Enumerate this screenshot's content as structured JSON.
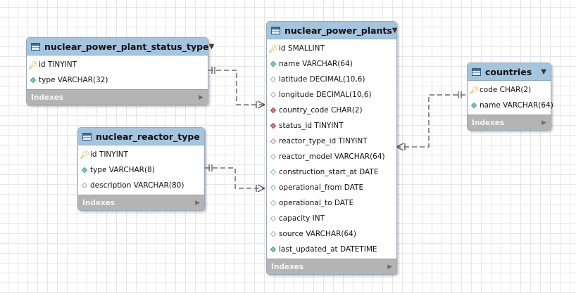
{
  "tables": {
    "status_type": {
      "name": "nuclear_power_plant_status_type",
      "columns": [
        {
          "text": "id TINYINT",
          "icon": "key-icon"
        },
        {
          "text": "type VARCHAR(32)",
          "icon": "column-diamond-icon"
        }
      ],
      "indexes_label": "Indexes"
    },
    "reactor_type": {
      "name": "nuclear_reactor_type",
      "columns": [
        {
          "text": "id TINYINT",
          "icon": "key-icon"
        },
        {
          "text": "type VARCHAR(8)",
          "icon": "column-diamond-icon"
        },
        {
          "text": "description VARCHAR(80)",
          "icon": "nullable-column-icon"
        }
      ],
      "indexes_label": "Indexes"
    },
    "plants": {
      "name": "nuclear_power_plants",
      "columns": [
        {
          "text": "id SMALLINT",
          "icon": "key-icon"
        },
        {
          "text": "name VARCHAR(64)",
          "icon": "column-diamond-icon"
        },
        {
          "text": "latitude DECIMAL(10,6)",
          "icon": "nullable-column-icon"
        },
        {
          "text": "longitude DECIMAL(10,6)",
          "icon": "nullable-column-icon"
        },
        {
          "text": "country_code CHAR(2)",
          "icon": "foreign-key-icon"
        },
        {
          "text": "status_id TINYINT",
          "icon": "foreign-key-icon"
        },
        {
          "text": "reactor_type_id TINYINT",
          "icon": "nullable-foreign-key-icon"
        },
        {
          "text": "reactor_model VARCHAR(64)",
          "icon": "nullable-column-icon"
        },
        {
          "text": "construction_start_at DATE",
          "icon": "nullable-column-icon"
        },
        {
          "text": "operational_from DATE",
          "icon": "nullable-column-icon"
        },
        {
          "text": "operational_to DATE",
          "icon": "nullable-column-icon"
        },
        {
          "text": "capacity INT",
          "icon": "nullable-column-icon"
        },
        {
          "text": "source VARCHAR(64)",
          "icon": "nullable-column-icon"
        },
        {
          "text": "last_updated_at DATETIME",
          "icon": "column-diamond-icon"
        }
      ],
      "indexes_label": "Indexes"
    },
    "countries": {
      "name": "countries",
      "columns": [
        {
          "text": "code CHAR(2)",
          "icon": "key-icon"
        },
        {
          "text": "name VARCHAR(64)",
          "icon": "column-diamond-icon"
        }
      ],
      "indexes_label": "Indexes"
    }
  },
  "colors": {
    "header": "#a5c4de",
    "indexes_bar": "#b4b4b4",
    "connector": "#555555"
  }
}
